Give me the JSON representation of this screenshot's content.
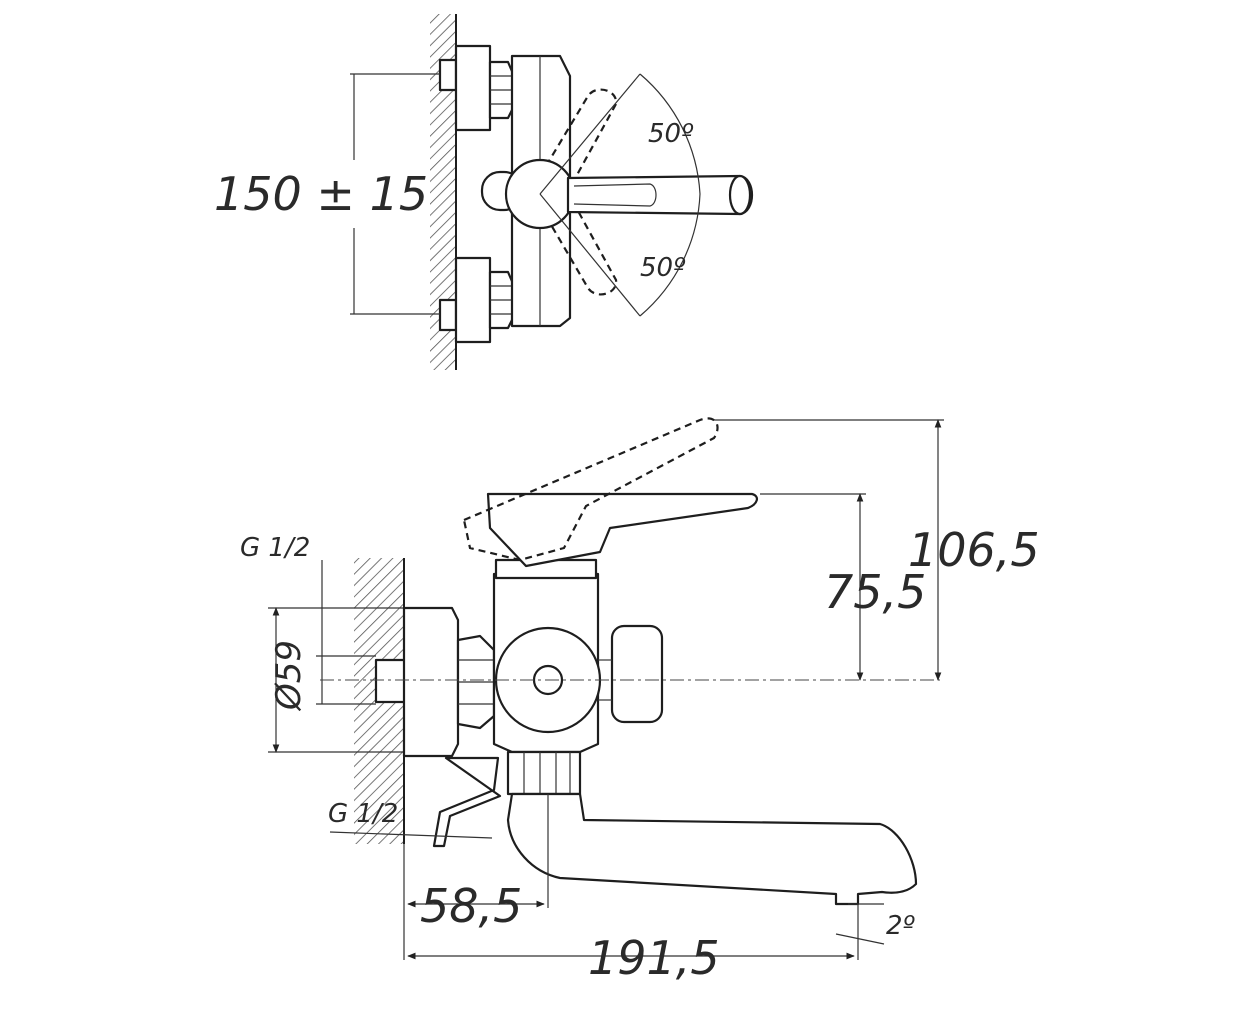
{
  "colors": {
    "line": "#1e1e1e",
    "background": "#ffffff",
    "hatch": "#555555"
  },
  "top_view": {
    "center_distance": "150 ± 15",
    "angle_upper": "50º",
    "angle_lower": "50º"
  },
  "side_view": {
    "thread_top": "G 1/2",
    "thread_bottom": "G 1/2",
    "flange_diameter": "Ø59",
    "height_max": "106,5",
    "height_handle": "75,5",
    "inlet_offset": "58,5",
    "spout_length": "191,5",
    "spout_angle": "2º"
  }
}
